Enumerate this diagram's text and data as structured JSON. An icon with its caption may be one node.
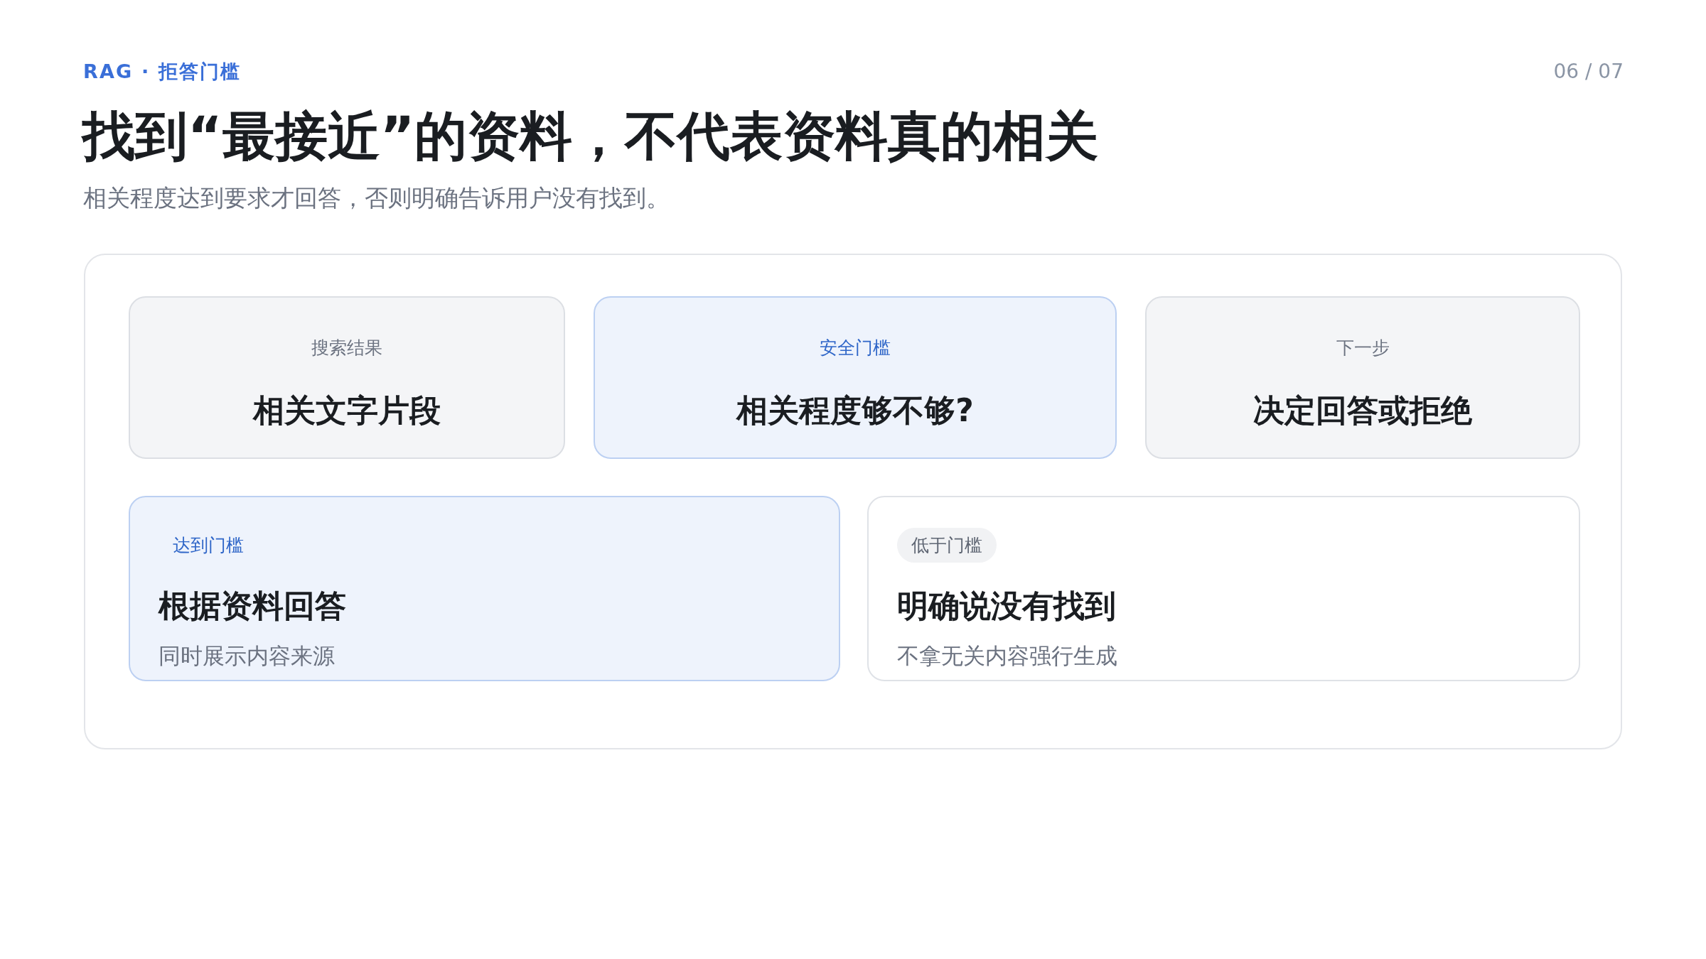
{
  "diagram": {
    "title": "找到“最接近”的资料，不代表资料真的相关",
    "nodes": [
      {
        "text": [],
        "shape": "box"
      },
      {
        "text": [
          "搜索结果",
          "相关文字片段"
        ],
        "in": 0
      },
      {
        "text": [
          "安全门槛",
          "相关程度够不够?"
        ],
        "in": 0
      },
      {
        "text": [
          "下一步",
          "决定回答或拒绝"
        ],
        "in": 0
      },
      {
        "text": [
          "达到门槛",
          "根据资料回答",
          "同时展示内容来源"
        ],
        "in": 0
      },
      {
        "text": [
          "明确说没有找到",
          "不拿无关内容强行生成"
        ],
        "in": 0
      },
      {
        "text": [
          "低于门槛"
        ],
        "in": 5
      }
    ],
    "labels": [
      "RAG · 拒答门槛",
      "06 / 07",
      "相关程度达到要求才回答，否则明确告诉用户没有找到。"
    ]
  }
}
